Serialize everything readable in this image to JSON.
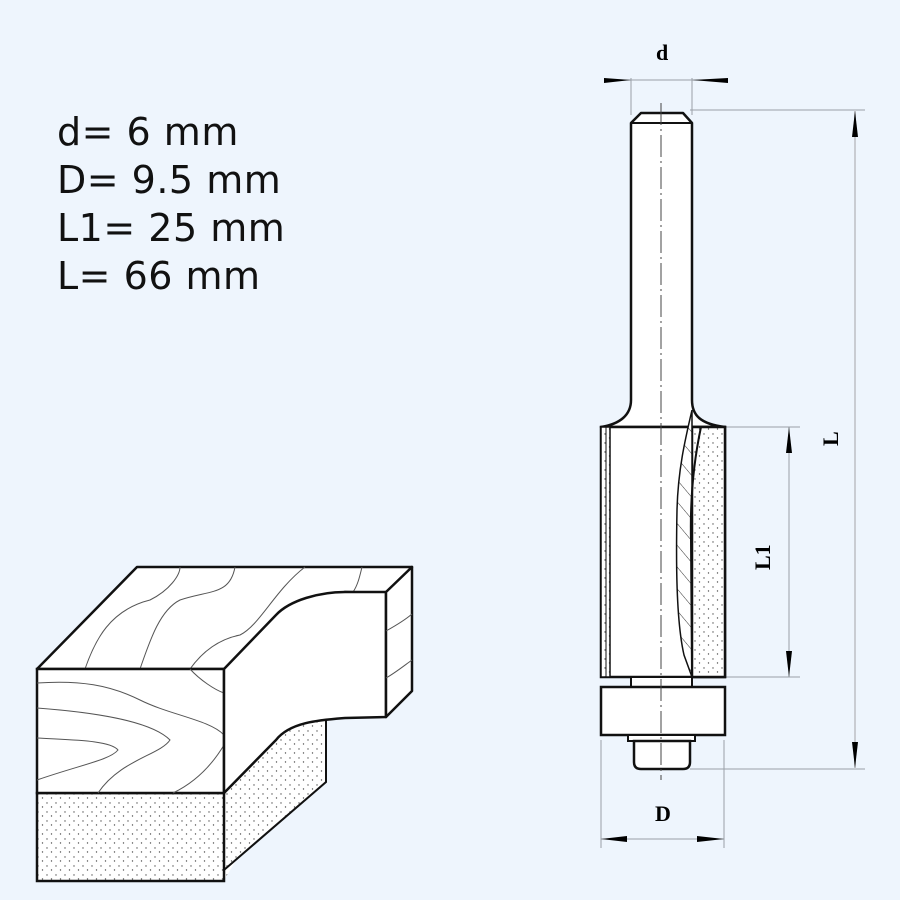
{
  "specs": {
    "d": "d= 6 mm",
    "D": "D= 9.5 mm",
    "L1": "L1= 25 mm",
    "L": "L= 66 mm"
  },
  "dimensions": {
    "shank_diameter_label": "d",
    "cutting_diameter_label": "D",
    "cutting_length_label": "L1",
    "overall_length_label": "L"
  },
  "colors": {
    "background": "#eef5fd",
    "line": "#111111",
    "dim_line": "#9aa0a8",
    "fill": "#ffffff"
  }
}
